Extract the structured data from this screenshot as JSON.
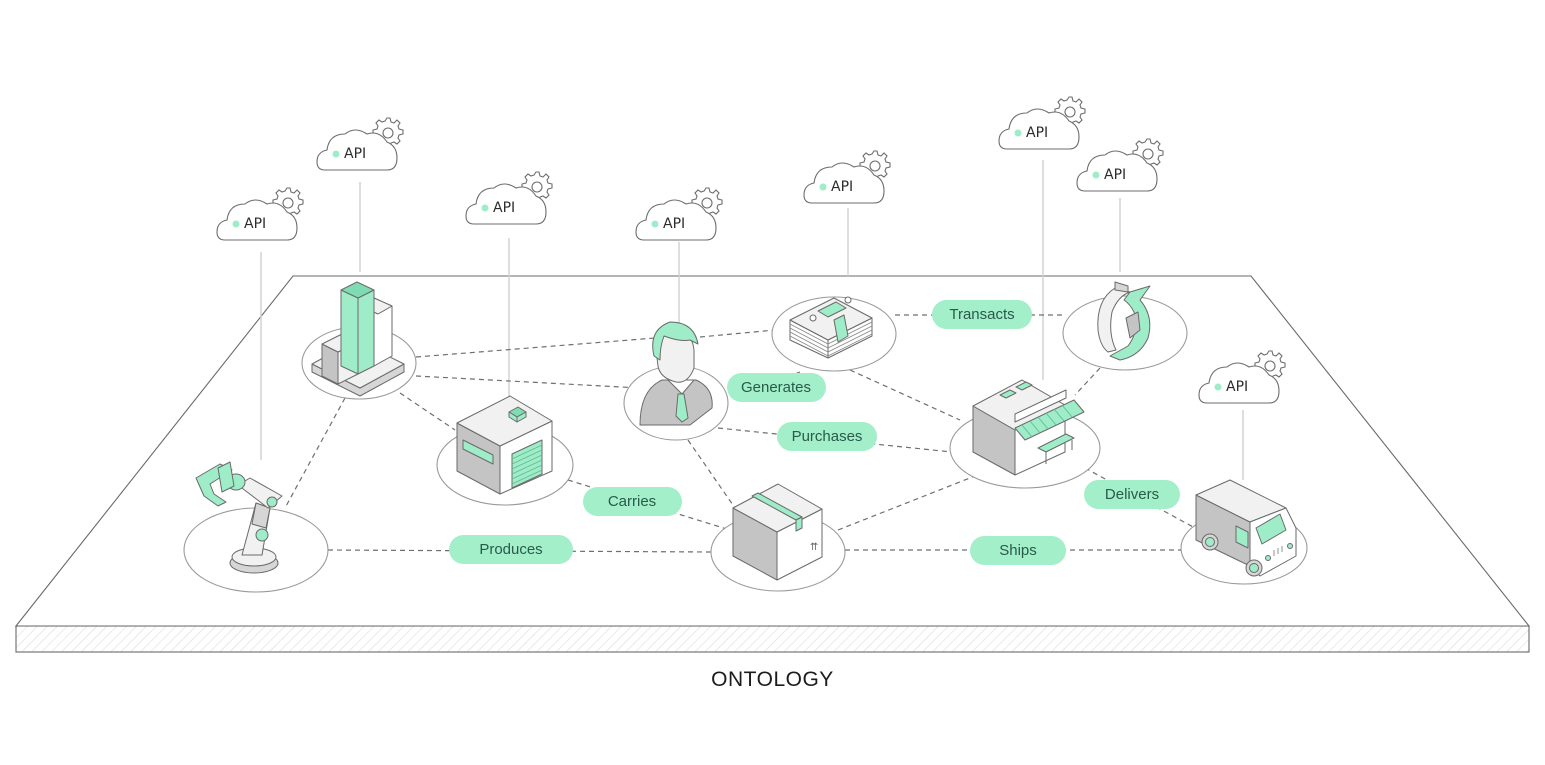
{
  "title": "ONTOLOGY",
  "colors": {
    "accent": "#9eedc8",
    "label_fill": "#a2efca",
    "label_text": "#2a5a49",
    "line": "#6f6f6f",
    "platform_stroke": "#6a6a6a"
  },
  "api_label": "API",
  "nodes": [
    {
      "id": "analytics",
      "icon": "bar-chart-icon",
      "has_api": true
    },
    {
      "id": "robot",
      "icon": "robot-arm-icon",
      "has_api": true
    },
    {
      "id": "warehouse",
      "icon": "warehouse-icon",
      "has_api": true
    },
    {
      "id": "customer",
      "icon": "person-icon",
      "has_api": true
    },
    {
      "id": "money",
      "icon": "money-stack-icon",
      "has_api": true
    },
    {
      "id": "exchange",
      "icon": "exchange-arrows-icon",
      "has_api": true
    },
    {
      "id": "store",
      "icon": "storefront-icon",
      "has_api": true
    },
    {
      "id": "package",
      "icon": "package-box-icon",
      "has_api": false
    },
    {
      "id": "truck",
      "icon": "delivery-truck-icon",
      "has_api": true
    }
  ],
  "relations": [
    {
      "label": "Transacts",
      "from": "money",
      "to": "exchange"
    },
    {
      "label": "Generates",
      "from": "customer",
      "to": "money"
    },
    {
      "label": "Purchases",
      "from": "customer",
      "to": "store"
    },
    {
      "label": "Carries",
      "from": "warehouse",
      "to": "package"
    },
    {
      "label": "Produces",
      "from": "robot",
      "to": "package"
    },
    {
      "label": "Ships",
      "from": "package",
      "to": "truck"
    },
    {
      "label": "Delivers",
      "from": "store",
      "to": "truck"
    }
  ],
  "unlabeled_links": [
    [
      "analytics",
      "customer"
    ],
    [
      "analytics",
      "robot"
    ],
    [
      "analytics",
      "warehouse"
    ],
    [
      "customer",
      "package"
    ],
    [
      "money",
      "store"
    ],
    [
      "exchange",
      "store"
    ],
    [
      "package",
      "store"
    ]
  ]
}
